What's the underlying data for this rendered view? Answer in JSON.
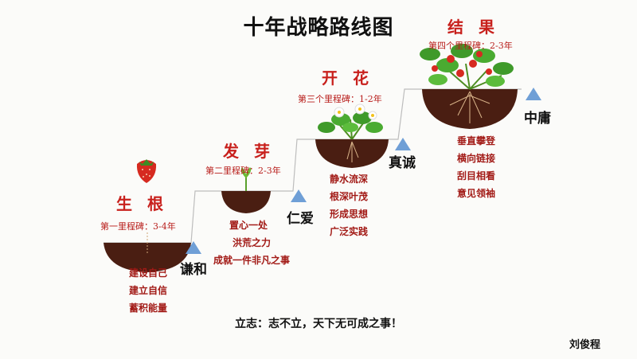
{
  "title": "十年战略路线图",
  "stages": [
    {
      "name": "生 根",
      "milestone": "第一里程碑：3-4年",
      "virtue": "谦和",
      "items": [
        "建设自己",
        "建立自信",
        "蓄积能量"
      ]
    },
    {
      "name": "发 芽",
      "milestone": "第二里程碑：2-3年",
      "virtue": "仁爱",
      "items": [
        "置心一处",
        "洪荒之力",
        "成就一件非凡之事"
      ]
    },
    {
      "name": "开 花",
      "milestone": "第三个里程碑：1-2年",
      "virtue": "真诚",
      "items": [
        "静水流深",
        "根深叶茂",
        "形成思想",
        "广泛实践"
      ]
    },
    {
      "name": "结 果",
      "milestone": "第四个里程碑：2-3年",
      "virtue": "中庸",
      "items": [
        "垂直攀登",
        "横向链接",
        "刮目相看",
        "意见领袖"
      ]
    }
  ],
  "footer": "立志：志不立，天下无可成之事！",
  "author": "刘俊程",
  "colors": {
    "accent": "#c8201c",
    "item": "#a21a16",
    "triangle": "#6f9fd6",
    "soil": "#4a1e12"
  }
}
